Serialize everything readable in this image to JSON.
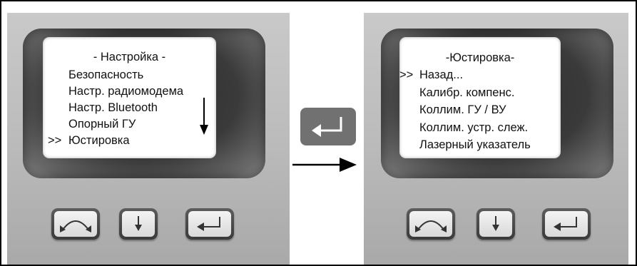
{
  "left_screen": {
    "title": "- Настройка -",
    "items": [
      "Безопасность",
      "Настр. радиомодема",
      "Настр. Bluetooth",
      "Опорный ГУ",
      "Юстировка"
    ],
    "cursor": ">>",
    "selected_index": 4
  },
  "right_screen": {
    "title": "-Юстировка-",
    "items": [
      "Назад...",
      "Калибр. компенс.",
      "Коллим. ГУ / ВУ",
      "Коллим. устр. слеж.",
      "Лазерный указатель"
    ],
    "cursor": ">>",
    "selected_index": 0
  },
  "buttons": {
    "left": [
      "toggle-arc-icon",
      "arrow-down-icon",
      "enter-icon"
    ],
    "right": [
      "toggle-arc-icon",
      "arrow-down-icon",
      "enter-icon"
    ]
  },
  "colors": {
    "body": "#bdbdbd",
    "bezel": "#333333",
    "screen": "#ffffff",
    "enter_key": "#717171"
  }
}
